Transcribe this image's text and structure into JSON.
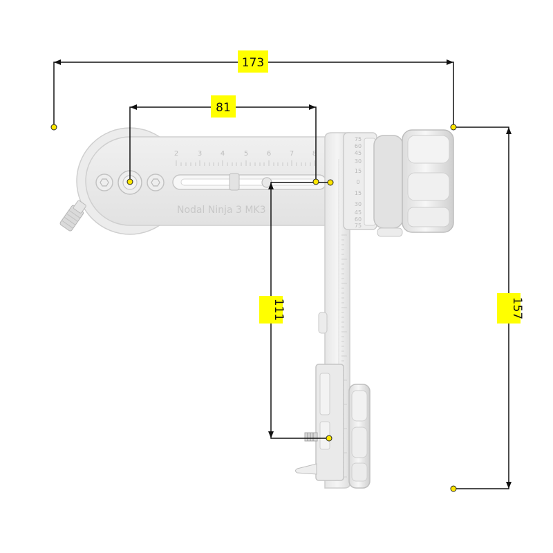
{
  "dimensions": {
    "overall_width": "173",
    "rotator_offset": "81",
    "vertical_drop": "111",
    "overall_height": "157"
  },
  "arm": {
    "brand": "Nodal Ninja 3 MK3",
    "scale_marks": [
      "2",
      "3",
      "4",
      "5",
      "6",
      "7",
      "8"
    ]
  },
  "rotator_scale": [
    "75",
    "60",
    "45",
    "30",
    "15",
    "0",
    "15",
    "30",
    "45",
    "60",
    "75"
  ],
  "colors": {
    "dimension_label": "#ffff00",
    "marker": "#ffe600",
    "line": "#111111",
    "metal": "#e9e9e9"
  }
}
